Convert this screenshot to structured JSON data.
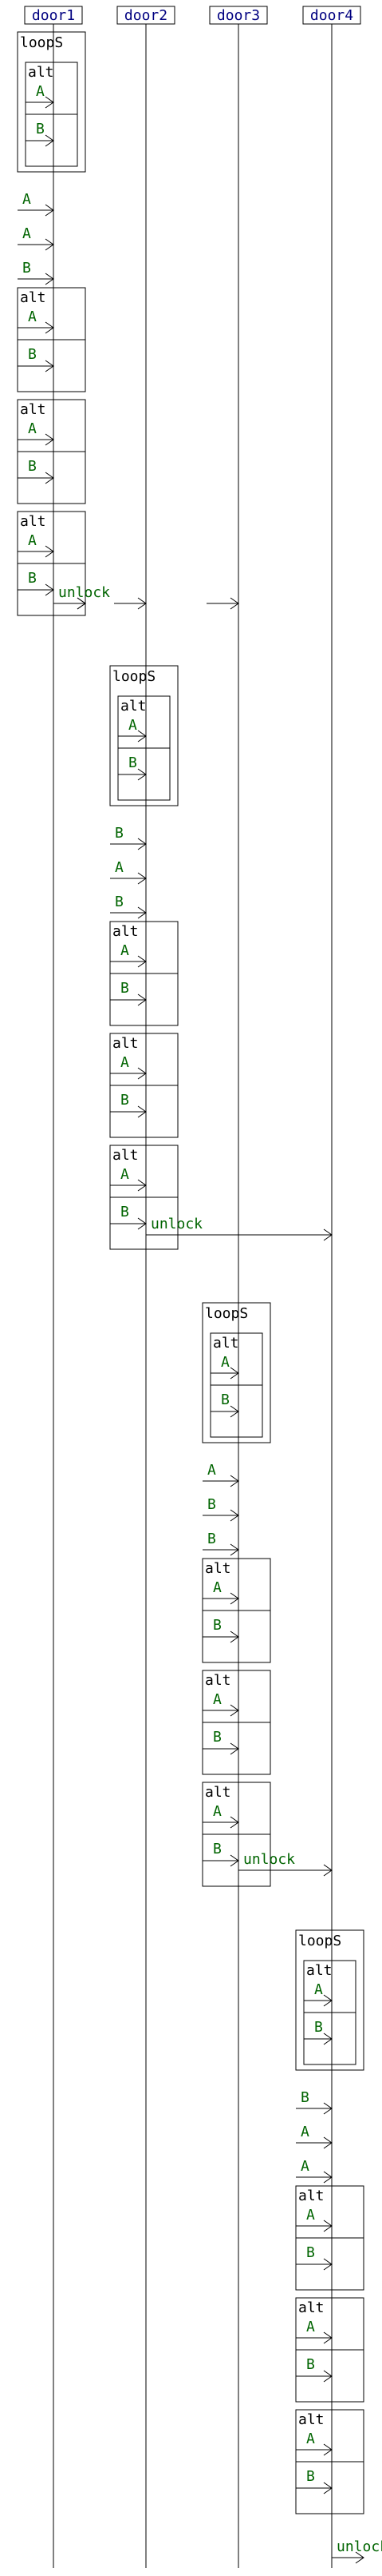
{
  "participants": [
    "door1",
    "door2",
    "door3",
    "door4"
  ],
  "keywords": {
    "loop": "loopS",
    "alt": "alt",
    "branch_a": "A",
    "branch_b": "B",
    "unlock": "unlock"
  },
  "sections": [
    {
      "participant": "door1",
      "stray_messages": [
        "A",
        "A",
        "B"
      ],
      "alt_blocks": 3,
      "unlock_targets": [
        "door2",
        "door3"
      ]
    },
    {
      "participant": "door2",
      "stray_messages": [
        "B",
        "A",
        "B"
      ],
      "alt_blocks": 3,
      "unlock_targets": [
        "door4"
      ]
    },
    {
      "participant": "door3",
      "stray_messages": [
        "A",
        "B",
        "B"
      ],
      "alt_blocks": 3,
      "unlock_targets": [
        "door4"
      ]
    },
    {
      "participant": "door4",
      "stray_messages": [
        "B",
        "A",
        "A"
      ],
      "alt_blocks": 3,
      "unlock_targets": [
        "self"
      ]
    }
  ],
  "colors": {
    "actor_text": "#000080",
    "message_text": "#006400",
    "line": "#000000",
    "background": "#ffffff"
  }
}
